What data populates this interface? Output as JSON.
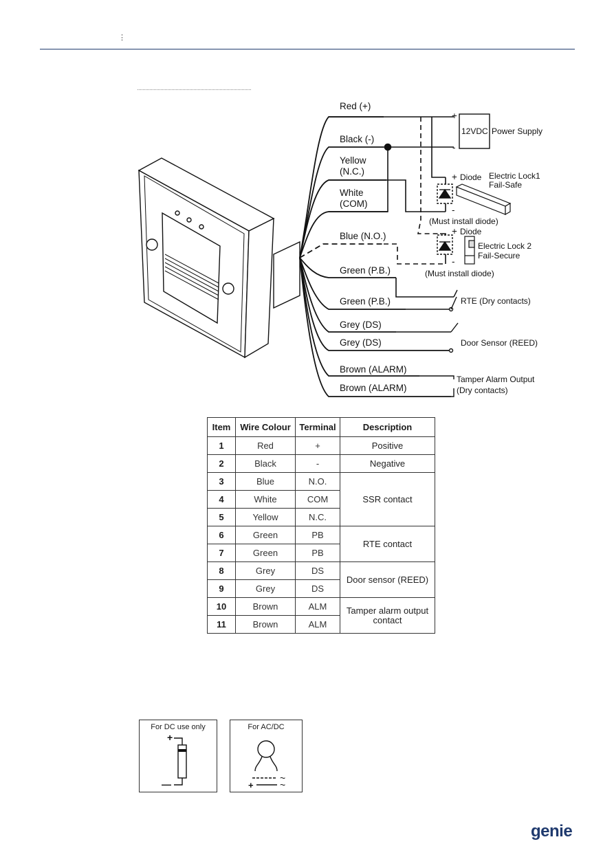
{
  "header": {
    "mark": "⋮"
  },
  "diagram": {
    "wires": {
      "red": "Red (+)",
      "black": "Black (-)",
      "yellow_1": "Yellow",
      "yellow_2": "(N.C.)",
      "white_1": "White",
      "white_2": "(COM)",
      "blue": "Blue (N.O.)",
      "green_1": "Green (P.B.)",
      "green_2": "Green (P.B.)",
      "grey_1": "Grey (DS)",
      "grey_2": "Grey (DS)",
      "brown_1": "Brown (ALARM)",
      "brown_2": "Brown (ALARM)"
    },
    "plus": "+",
    "minus": "-",
    "supply_box": "12VDC",
    "supply_label": "Power Supply",
    "diode": "Diode",
    "lock1_1": "Electric Lock1",
    "lock1_2": "Fail-Safe",
    "lock2_1": "Electric Lock 2",
    "lock2_2": "Fail-Secure",
    "must_install": "(Must install diode)",
    "rte": "RTE (Dry contacts)",
    "door_sensor": "Door Sensor (REED)",
    "tamper_1": "Tamper Alarm Output",
    "tamper_2": "(Dry contacts)"
  },
  "table": {
    "headers": [
      "Item",
      "Wire Colour",
      "Terminal",
      "Description"
    ],
    "rows": [
      {
        "item": "1",
        "colour": "Red",
        "terminal": "+",
        "desc": "Positive"
      },
      {
        "item": "2",
        "colour": "Black",
        "terminal": "-",
        "desc": "Negative"
      },
      {
        "item": "3",
        "colour": "Blue",
        "terminal": "N.O.",
        "desc": "SSR contact"
      },
      {
        "item": "4",
        "colour": "White",
        "terminal": "COM"
      },
      {
        "item": "5",
        "colour": "Yellow",
        "terminal": "N.C."
      },
      {
        "item": "6",
        "colour": "Green",
        "terminal": "PB",
        "desc": "RTE contact"
      },
      {
        "item": "7",
        "colour": "Green",
        "terminal": "PB"
      },
      {
        "item": "8",
        "colour": "Grey",
        "terminal": "DS",
        "desc": "Door sensor (REED)"
      },
      {
        "item": "9",
        "colour": "Grey",
        "terminal": "DS"
      },
      {
        "item": "10",
        "colour": "Brown",
        "terminal": "ALM",
        "desc_1": "Tamper alarm output",
        "desc_2": "contact"
      },
      {
        "item": "11",
        "colour": "Brown",
        "terminal": "ALM"
      }
    ]
  },
  "boxes": {
    "dc_title": "For DC use only",
    "ac_title": "For AC/DC",
    "plus": "+",
    "minus": "—",
    "tilde": "~"
  },
  "logo": "genie"
}
